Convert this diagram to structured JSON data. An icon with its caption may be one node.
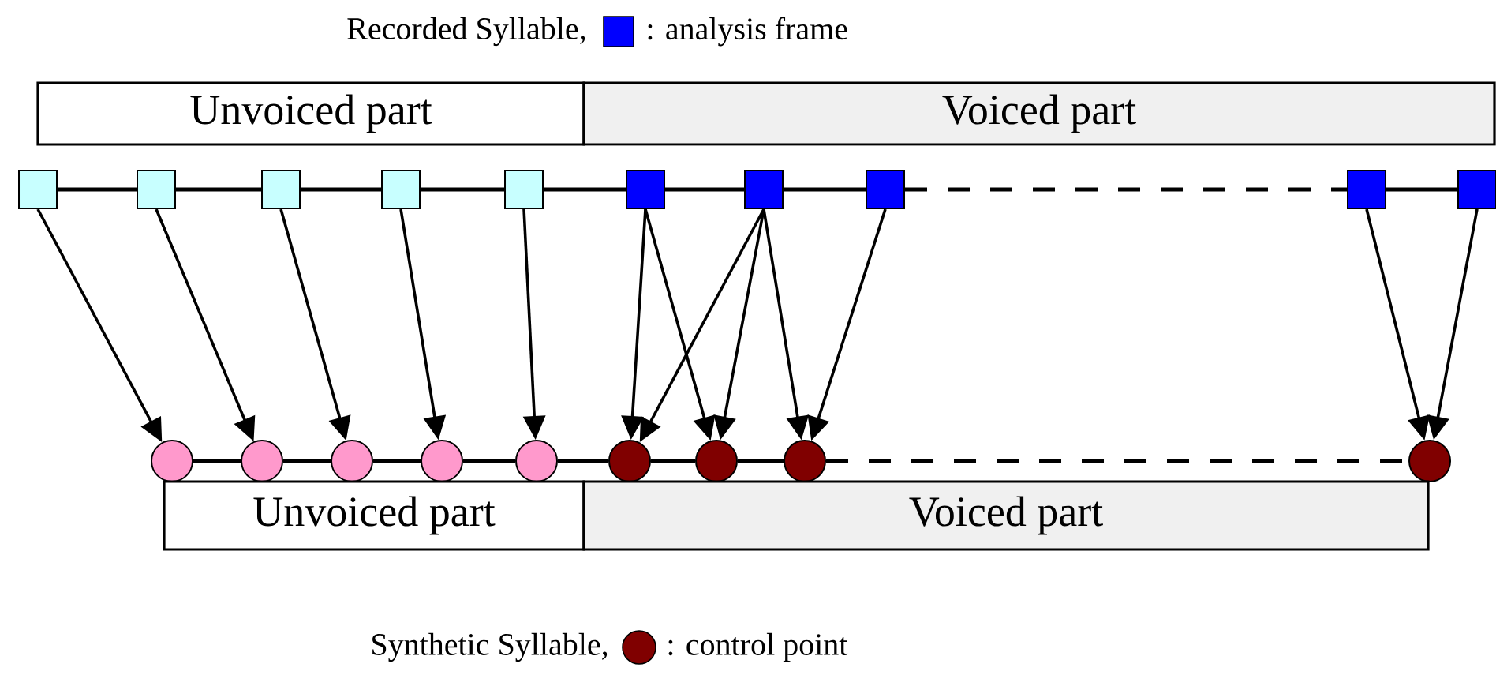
{
  "diagram": {
    "title": "Recorded Syllable,",
    "caption": "Synthetic Syllable,",
    "nodes": [
      {
        "text": [
          "Unvoiced part"
        ]
      },
      {
        "text": [
          "Voiced part"
        ]
      },
      {
        "text": [],
        "shape": "box"
      },
      {
        "text": [],
        "shape": "box"
      },
      {
        "text": [],
        "shape": "box"
      },
      {
        "text": [],
        "shape": "box"
      },
      {
        "text": [],
        "shape": "box"
      },
      {
        "text": [],
        "shape": "box"
      },
      {
        "text": [],
        "shape": "box"
      },
      {
        "text": [],
        "shape": "box"
      },
      {
        "text": [],
        "shape": "box"
      },
      {
        "text": [],
        "shape": "box"
      },
      {
        "text": [],
        "shape": "circle"
      },
      {
        "text": [],
        "shape": "circle"
      },
      {
        "text": [],
        "shape": "circle"
      },
      {
        "text": [],
        "shape": "circle"
      },
      {
        "text": [],
        "shape": "circle"
      },
      {
        "text": [],
        "shape": "circle"
      },
      {
        "text": [],
        "shape": "circle"
      },
      {
        "text": [],
        "shape": "circle"
      },
      {
        "text": [],
        "shape": "circle"
      },
      {
        "text": [
          "Unvoiced part"
        ]
      },
      {
        "text": [
          "Voiced part"
        ]
      }
    ],
    "edges": [
      {
        "from": 2,
        "to": 12,
        "arrow": "to"
      },
      {
        "from": 3,
        "to": 13,
        "arrow": "to"
      },
      {
        "from": 4,
        "to": 14,
        "arrow": "to"
      },
      {
        "from": 5,
        "to": 15,
        "arrow": "to"
      },
      {
        "from": 6,
        "to": 16,
        "arrow": "to"
      },
      {
        "from": 7,
        "to": 17,
        "arrow": "to"
      },
      {
        "from": 7,
        "to": 18,
        "arrow": "to"
      },
      {
        "from": 8,
        "to": 17,
        "arrow": "to"
      },
      {
        "from": 8,
        "to": 18,
        "arrow": "to"
      },
      {
        "from": 8,
        "to": 19,
        "arrow": "to"
      },
      {
        "from": 9,
        "to": 19,
        "arrow": "to"
      },
      {
        "from": 10,
        "to": 20,
        "arrow": "to"
      },
      {
        "from": 11,
        "to": 20,
        "arrow": "to"
      },
      {
        "from": 2,
        "to": 3,
        "arrow": "none"
      },
      {
        "from": 3,
        "to": 4,
        "arrow": "none"
      },
      {
        "from": 4,
        "to": 5,
        "arrow": "none"
      },
      {
        "from": 5,
        "to": 6,
        "arrow": "none"
      },
      {
        "from": 6,
        "to": 7,
        "arrow": "none"
      },
      {
        "from": 7,
        "to": 8,
        "arrow": "none"
      },
      {
        "from": 8,
        "to": 9,
        "arrow": "none"
      },
      {
        "from": 9,
        "to": 10,
        "arrow": "none",
        "style": "dashed"
      },
      {
        "from": 10,
        "to": 11,
        "arrow": "none"
      },
      {
        "from": 12,
        "to": 13,
        "arrow": "none"
      },
      {
        "from": 13,
        "to": 14,
        "arrow": "none"
      },
      {
        "from": 14,
        "to": 15,
        "arrow": "none"
      },
      {
        "from": 15,
        "to": 16,
        "arrow": "none"
      },
      {
        "from": 16,
        "to": 17,
        "arrow": "none"
      },
      {
        "from": 17,
        "to": 18,
        "arrow": "none"
      },
      {
        "from": 18,
        "to": 19,
        "arrow": "none"
      },
      {
        "from": 19,
        "to": 20,
        "arrow": "none",
        "style": "dashed"
      }
    ],
    "legend": [
      {
        "text": ": analysis frame",
        "color": "#0000ff"
      },
      {
        "text": ": control point",
        "color": "#800000"
      }
    ]
  }
}
